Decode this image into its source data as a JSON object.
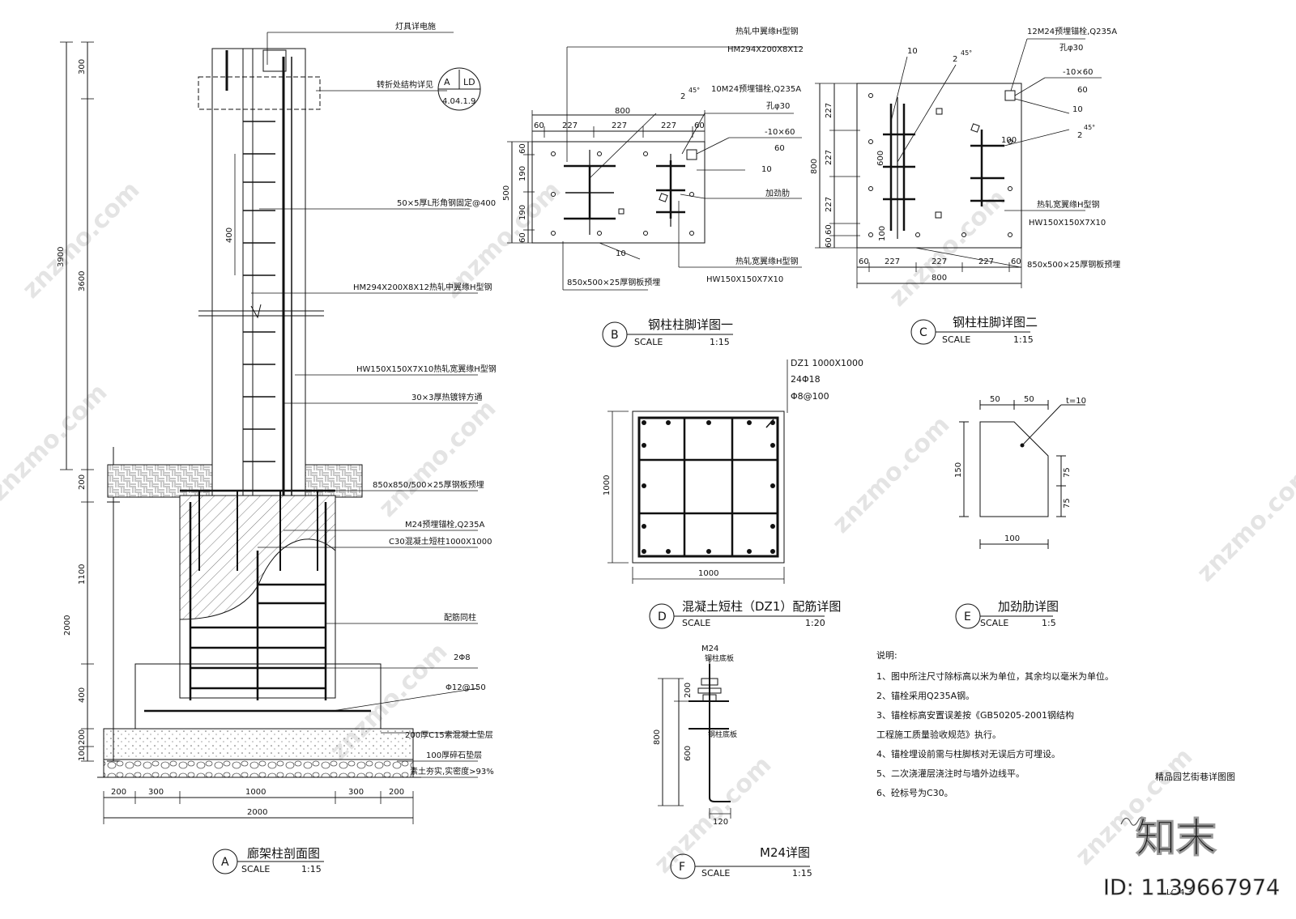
{
  "drawings": {
    "a": {
      "letter": "A",
      "title": "廊架柱剖面图",
      "scale_label": "SCALE",
      "scale": "1:15",
      "labels": {
        "lamp": "灯具详电施",
        "turn": "转折处结构详见",
        "ref_a": "A",
        "ref_ld": "LD",
        "ref_sheet": "4.04.1.9",
        "angle": "50×5厚L形角钢固定@400",
        "hm": "HM294X200X8X12热轧中翼缘H型钢",
        "hw": "HW150X150X7X10热轧宽翼缘H型钢",
        "tube": "30×3厚热镀锌方通",
        "plate": "850x850/500×25厚钢板预埋",
        "bolt": "M24预埋锚栓,Q235A",
        "c30": "C30混凝土短柱1000X1000",
        "rebar": "配筋同柱",
        "r2": "2Φ8",
        "r12": "Φ12@150",
        "c15": "200厚C15素混凝土垫层",
        "gravel": "100厚碎石垫层",
        "soil": "素土夯实,实密度>93%"
      },
      "dims_left": [
        "300",
        "3600",
        "3900",
        "400",
        "200",
        "1100",
        "2000",
        "400",
        "200",
        "100"
      ],
      "dims_bottom": [
        "200",
        "300",
        "1000",
        "300",
        "200"
      ],
      "dim_total": "2000"
    },
    "b": {
      "letter": "B",
      "title": "钢柱柱脚详图一",
      "scale_label": "SCALE",
      "scale": "1:15",
      "labels": {
        "hm_name": "热轧中翼缘H型钢",
        "hm_size": "HM294X200X8X12",
        "bolt": "10M24预埋锚栓,Q235A",
        "hole": "孔φ30",
        "plate_t": "-10×60",
        "plate_w": "60",
        "weld10": "10",
        "weld2": "2",
        "deg": "45°",
        "rib": "加劲肋",
        "hw_name": "热轧宽翼缘H型钢",
        "hw_size": "HW150X150X7X10",
        "base": "850x500×25厚钢板预埋"
      },
      "dims_top": [
        "60",
        "227",
        "227",
        "227",
        "60"
      ],
      "dim_total": "800",
      "dims_left": [
        "60",
        "190",
        "190",
        "60"
      ],
      "dim_left_total": "500"
    },
    "c": {
      "letter": "C",
      "title": "钢柱柱脚详图二",
      "scale_label": "SCALE",
      "scale": "1:15",
      "labels": {
        "bolt": "12M24预埋锚栓,Q235A",
        "hole": "孔φ30",
        "plate_t": "-10×60",
        "plate_w": "60",
        "weld10": "10",
        "weld2": "2",
        "deg": "45°",
        "hw_name": "热轧宽翼缘H型钢",
        "hw_size": "HW150X150X7X10",
        "base": "850x500×25厚钢板预埋",
        "inner_600": "600",
        "inner_100": "100",
        "inner_100b": "100"
      },
      "dims_bottom": [
        "60",
        "227",
        "227",
        "227",
        "60"
      ],
      "dim_total": "800",
      "dims_left": [
        "227",
        "227",
        "227",
        "60",
        "60"
      ],
      "dim_left_total": "800"
    },
    "d": {
      "letter": "D",
      "title": "混凝土短柱（DZ1）配筋详图",
      "scale_label": "SCALE",
      "scale": "1:20",
      "spec1": "DZ1 1000X1000",
      "spec2": "24Φ18",
      "spec3": "Φ8@100",
      "dim_w": "1000",
      "dim_h": "1000"
    },
    "e": {
      "letter": "E",
      "title": "加劲肋详图",
      "scale_label": "SCALE",
      "scale": "1:5",
      "dims_top": [
        "50",
        "50"
      ],
      "thick": "t=10",
      "dim_h": "150",
      "dims_right": [
        "75",
        "75"
      ],
      "dim_w": "100"
    },
    "f": {
      "letter": "F",
      "title": "M24详图",
      "scale_label": "SCALE",
      "scale": "1:15",
      "m24": "M24",
      "plate1": "钢柱底板",
      "plate2": "钢柱底板",
      "dims_left": [
        "200",
        "600"
      ],
      "dim_total": "800",
      "dim_bottom": "120"
    }
  },
  "notes": {
    "heading": "说明:",
    "items": [
      "1、图中所注尺寸除标高以米为单位，其余均以毫米为单位。",
      "2、锚栓采用Q235A钢。",
      "3、锚栓标高安置误差按《GB50205-2001钢结构",
      "工程施工质量验收规范》执行。",
      "4、锚栓埋设前需与柱脚核对无误后方可埋设。",
      "5、二次浇灌层浇注时与墙外边线平。",
      "6、砼标号为C30。"
    ]
  },
  "sheet_title": "精品园艺街巷详图图",
  "sheet_no": "LC-4.3",
  "brand": "知末",
  "id_label": "ID: 1139667974",
  "watermark": "znzmo.com"
}
